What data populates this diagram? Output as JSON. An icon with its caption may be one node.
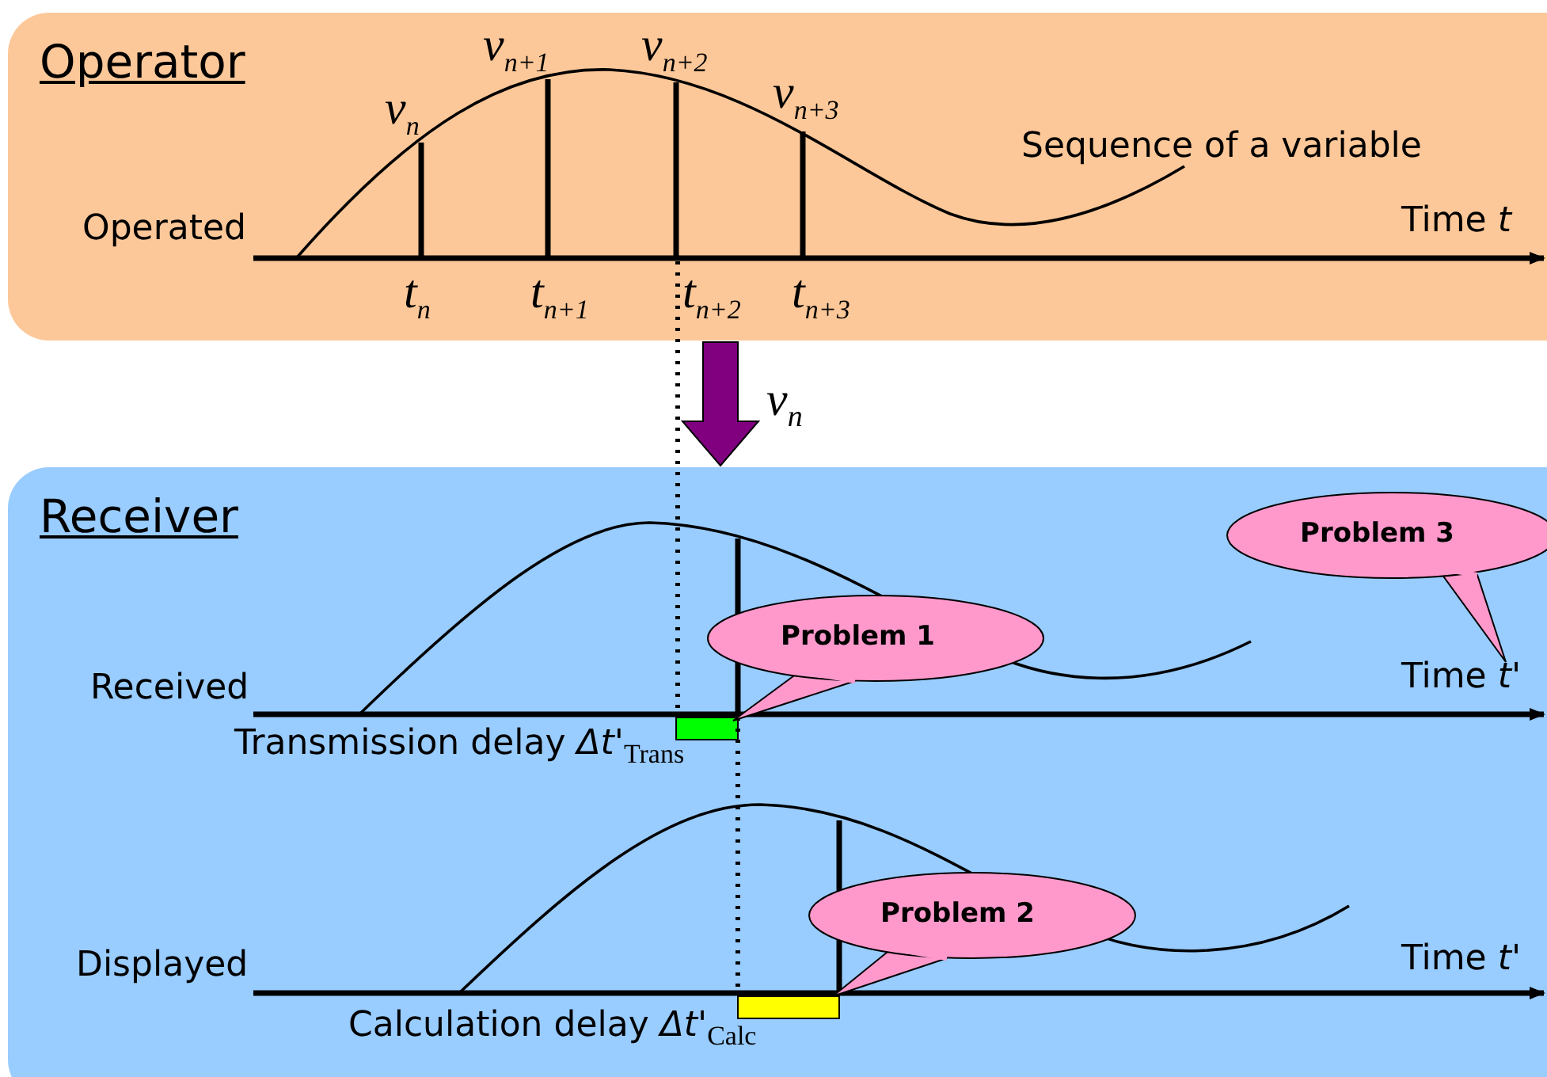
{
  "diagram": {
    "nodes": [
      {
        "text": [
          "Operator"
        ]
      },
      {
        "text": [
          "Receiver"
        ]
      },
      {
        "text": [
          "Problem 3"
        ],
        "in": 1
      },
      {
        "text": [
          "Problem 1"
        ],
        "in": 1
      },
      {
        "text": [
          "Problem 2"
        ],
        "in": 1
      }
    ],
    "edges": [
      {
        "from": 0,
        "to": 1,
        "arrow": "to",
        "label": "v$_{n}$",
        "color": "#800080",
        "style": "thick"
      }
    ],
    "labels": [
      "v$_{n}$",
      "v$_{n+1}$",
      "v$_{n+2}$",
      "v$_{n+3}$",
      "Sequence of a variable",
      "Operated",
      "Time *t*",
      "t$_{n}$",
      "t$_{n+1}$",
      "t$_{n+2}$",
      "t$_{n+3}$",
      "Received",
      "Time *t'*",
      "Transmission delay *Δt'*$_{Trans}$",
      "Displayed",
      "Time *t'*",
      "Calculation delay *Δt'*$_{Calc}$"
    ]
  }
}
